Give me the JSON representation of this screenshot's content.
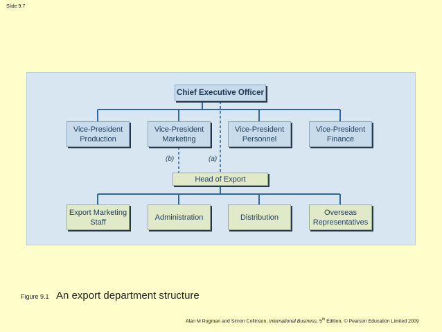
{
  "slide_label": "Slide 9.7",
  "chart": {
    "ceo": "Chief Executive Officer",
    "vice_presidents": [
      "Vice-President\nProduction",
      "Vice-President\nMarketing",
      "Vice-President\nPersonnel",
      "Vice-President\nFinance"
    ],
    "head_of_export": "Head of Export",
    "label_b": "(b)",
    "label_a": "(a)",
    "units": [
      "Export Marketing\nStaff",
      "Administration",
      "Distribution",
      "Overseas\nRepresentatives"
    ]
  },
  "caption": {
    "label": "Figure 9.1",
    "title": "An export department structure"
  },
  "footer": {
    "authors": "Alan M Rugman and Simon Collinson,",
    "book": "International Business,",
    "edition_num": "5",
    "edition_sup": "th",
    "edition_rest": "Edition, © Pearson Education Limited 2009"
  },
  "colors": {
    "background": "#ffffcc",
    "panel": "#d7e6f1",
    "box_blue": "#c7dbeb",
    "box_green": "#e0eac9",
    "line": "#2f67a6"
  }
}
